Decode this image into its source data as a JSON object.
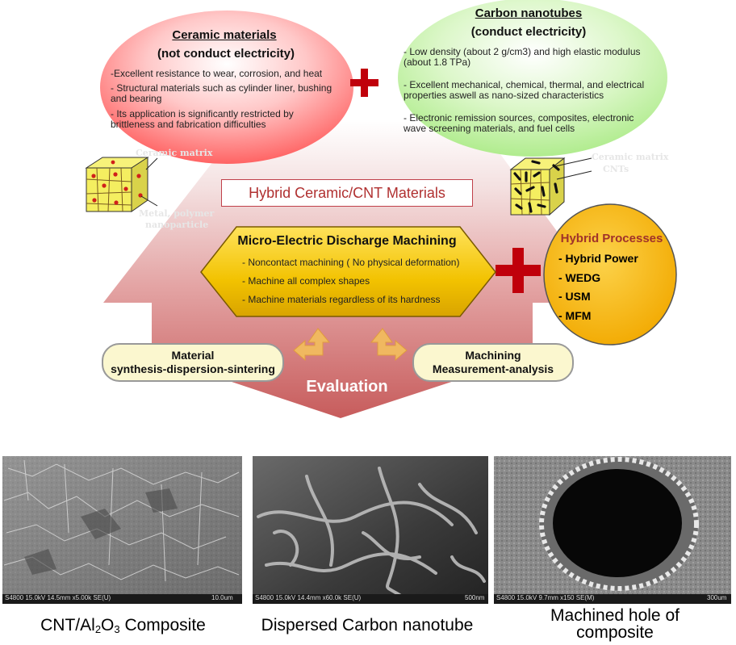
{
  "ceramic": {
    "title": "Ceramic materials",
    "subtitle": "(not conduct electricity)",
    "bullets": [
      "-Excellent resistance to wear, corrosion, and heat",
      "- Structural materials such as cylinder liner, bushing and bearing",
      "- Its application is significantly restricted by brittleness and fabrication difficulties"
    ],
    "cube_labels": [
      "Ceramic matrix",
      "Metal, polymer",
      "nanoparticle"
    ]
  },
  "cnt": {
    "title": "Carbon nanotubes",
    "subtitle": "(conduct electricity)",
    "bullets": [
      "- Low density (about 2 g/cm3) and high elastic modulus (about 1.8 TPa)",
      "- Excellent mechanical, chemical, thermal, and electrical properties aswell as nano-sized characteristics",
      "- Electronic remission sources, composites, electronic wave screening materials, and fuel cells"
    ],
    "cube_labels": [
      "Ceramic matrix",
      "CNTs"
    ]
  },
  "hybrid_label": "Hybrid Ceramic/CNT Materials",
  "medm": {
    "title": "Micro-Electric Discharge Machining",
    "bullets": [
      "- Noncontact machining ( No physical deformation)",
      "- Machine all complex shapes",
      "- Machine materials regardless of its hardness"
    ]
  },
  "hybrid_processes": {
    "title": "Hybrid Processes",
    "items": [
      "- Hybrid Power",
      "- WEDG",
      "- USM",
      "- MFM"
    ]
  },
  "material_pill": [
    "Material",
    "synthesis-dispersion-sintering"
  ],
  "machining_pill": [
    "Machining",
    "Measurement-analysis"
  ],
  "evaluation": "Evaluation",
  "sem": [
    {
      "info": "S4800 15.0kV 14.5mm x5.00k SE(U)",
      "scale": "10.0um"
    },
    {
      "info": "S4800 15.0kV 14.4mm x60.0k SE(U)",
      "scale": "500nm"
    },
    {
      "info": "S4800 15.0kV 9.7mm x150 SE(M)",
      "scale": "300um"
    }
  ],
  "captions": {
    "c1_pre": "CNT/Al",
    "c1_sub1": "2",
    "c1_mid": "O",
    "c1_sub2": "3",
    "c1_post": " Composite",
    "c2": "Dispersed Carbon nanotube",
    "c3_line1": "Machined hole of",
    "c3_line2": "composite"
  },
  "colors": {
    "ceramic_ellipse": "#ff6b6b",
    "cnt_ellipse": "#b8ef9a",
    "arrow": "#c9777a",
    "hexagon": "#f2c200",
    "hybrid_circle": "#f7b400",
    "plus": "#c0000b",
    "hybrid_label_border": "#c0404a",
    "hybrid_label_text": "#b03030",
    "pill_bg": "#fbf7cf",
    "cube": "#f4ee60",
    "small_arrows": "#f0b860"
  }
}
